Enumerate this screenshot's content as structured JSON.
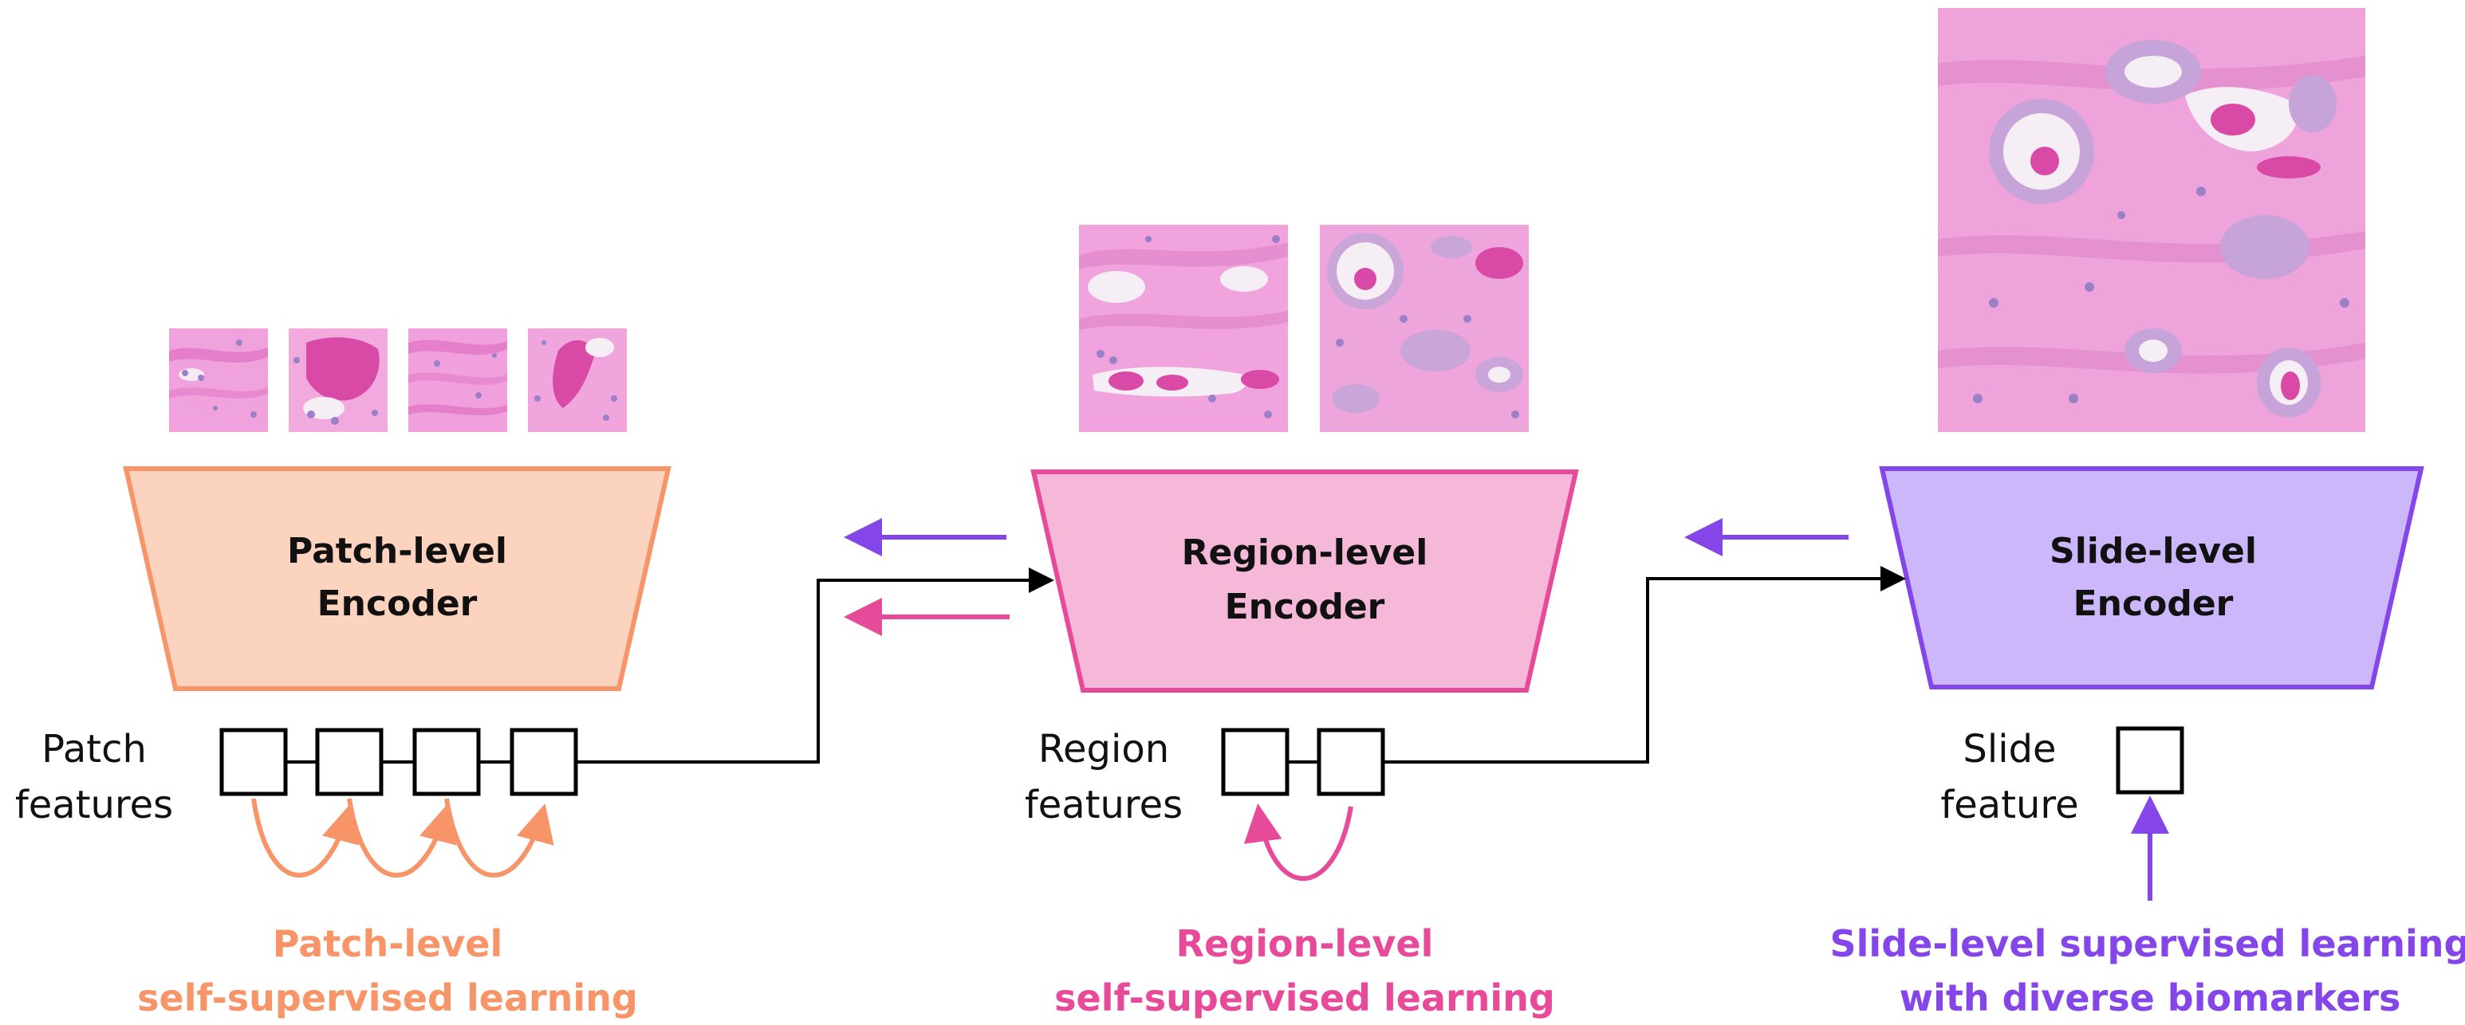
{
  "colors": {
    "patch_fill": "#fcd3bf",
    "patch_stroke": "#f79468",
    "region_fill": "#f6b8d9",
    "region_stroke": "#e84a9a",
    "slide_fill": "#cdb7fb",
    "slide_stroke": "#8446e8",
    "patch_text": "#f79468",
    "region_text": "#e84a9a",
    "slide_text": "#8446e8",
    "tissue_base": "#ea8fd0",
    "tissue_stroma": "#f1a2dc",
    "tissue_lumen": "#f6eef5",
    "tissue_nuclei": "#9a80c7",
    "tissue_secretion": "#e0479f"
  },
  "patch": {
    "encoder_line1": "Patch-level",
    "encoder_line2": "Encoder",
    "features_line1": "Patch",
    "features_line2": "features",
    "learning_line1": "Patch-level",
    "learning_line2": "self-supervised learning"
  },
  "region": {
    "encoder_line1": "Region-level",
    "encoder_line2": "Encoder",
    "features_line1": "Region",
    "features_line2": "features",
    "learning_line1": "Region-level",
    "learning_line2": "self-supervised learning"
  },
  "slide": {
    "encoder_line1": "Slide-level",
    "encoder_line2": "Encoder",
    "features_line1": "Slide",
    "features_line2": "feature",
    "learning_line1": "Slide-level supervised learning",
    "learning_line2": "with diverse biomarkers"
  },
  "icons": {
    "patch_tiles": "histology-patch-image",
    "region_tiles": "histology-region-image",
    "slide_tile": "histology-slide-image",
    "feature_box": "feature-vector-square",
    "data_flow": "black-arrow",
    "feedback": "colored-arrow"
  }
}
